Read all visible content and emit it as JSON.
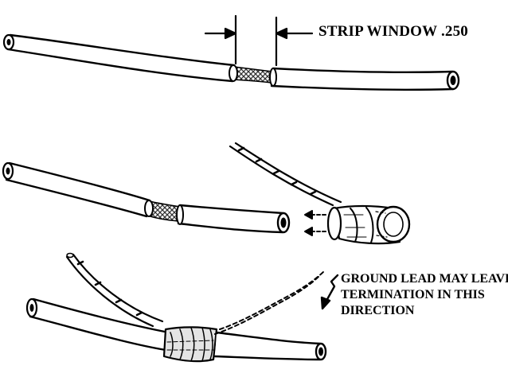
{
  "labels": {
    "strip_window": "STRIP WINDOW  .250",
    "ground_note": {
      "line1": "GROUND LEAD MAY LEAVE",
      "line2": "TERMINATION IN THIS",
      "line3": "DIRECTION"
    }
  },
  "colors": {
    "ink": "#000000",
    "paper": "#ffffff",
    "braid": "#555555",
    "sleeve_shade": "#dcdcdc"
  }
}
